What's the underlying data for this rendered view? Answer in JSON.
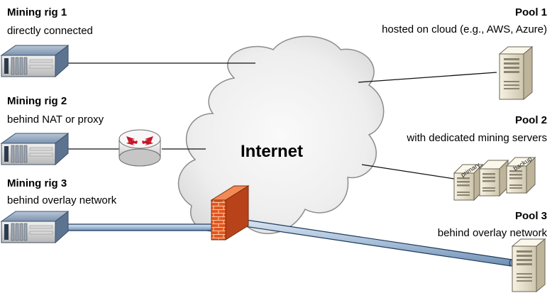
{
  "cloud": {
    "label": "Internet"
  },
  "rigs": [
    {
      "title": "Mining rig 1",
      "subtitle": "directly connected"
    },
    {
      "title": "Mining rig 2",
      "subtitle": "behind NAT or proxy"
    },
    {
      "title": "Mining rig 3",
      "subtitle": "behind overlay network"
    }
  ],
  "pools": [
    {
      "title": "Pool 1",
      "subtitle": "hosted on cloud (e.g., AWS, Azure)"
    },
    {
      "title": "Pool 2",
      "subtitle": "with dedicated mining servers",
      "server_labels": [
        "primary",
        "backup"
      ]
    },
    {
      "title": "Pool 3",
      "subtitle": "behind overlay network"
    }
  ],
  "colors": {
    "cloud_fill": "#ebebeb",
    "cloud_stroke": "#8c8c8c",
    "tunnel": "#9fb8d3",
    "tunnel_edge": "#1e3a5a",
    "firewall": "#e0521f",
    "router_arrows": "#c8162a",
    "rig_body": "#6f87a3"
  },
  "icons": {
    "rig": "rack-server-icon",
    "router": "router-icon",
    "firewall": "firewall-icon",
    "pool_server": "tower-server-icon"
  }
}
